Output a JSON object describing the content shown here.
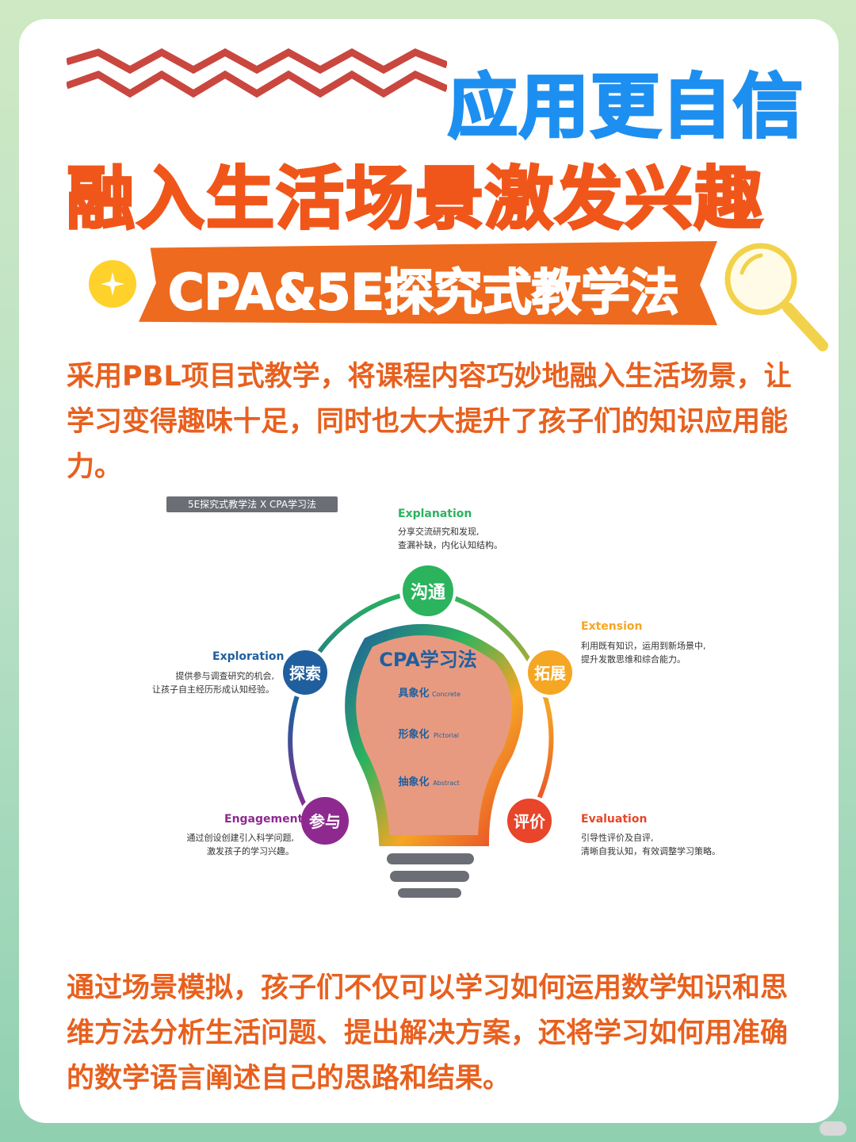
{
  "header": {
    "slogan": "应用更自信",
    "headline": "融入生活场景激发兴趣",
    "banner_title": "CPA&5E探究式教学法"
  },
  "paragraphs": {
    "intro": "采用PBL项目式教学，将课程内容巧妙地融入生活场景，让学习变得趣味十足，同时也大大提升了孩子们的知识应用能力。",
    "closing": "通过场景模拟，孩子们不仅可以学习如何运用数学知识和思维方法分析生活问题、提出解决方案，还将学习如何用准确的数学语言阐述自己的思路和结果。"
  },
  "diagram": {
    "tag": "5E探究式教学法 X CPA学习法",
    "bulb_title": "CPA学习法",
    "cpa": [
      {
        "cn": "具象化",
        "en": "Concrete"
      },
      {
        "cn": "形象化",
        "en": "Pictorial"
      },
      {
        "cn": "抽象化",
        "en": "Abstract"
      }
    ],
    "stages": {
      "engagement": {
        "node": "参与",
        "title": "Engagement",
        "line1": "通过创设创建引入科学问题,",
        "line2": "激发孩子的学习兴趣。",
        "color": "#8e2a8f"
      },
      "exploration": {
        "node": "探索",
        "title": "Exploration",
        "line1": "提供参与调查研究的机会,",
        "line2": "让孩子自主经历形成认知经验。",
        "color": "#1f5f9e"
      },
      "explanation": {
        "node": "沟通",
        "title": "Explanation",
        "line1": "分享交流研究和发现,",
        "line2": "查漏补缺，内化认知结构。",
        "color": "#2bb35e"
      },
      "extension": {
        "node": "拓展",
        "title": "Extension",
        "line1": "利用既有知识，运用到新场景中,",
        "line2": "提升发散思维和综合能力。",
        "color": "#f5a623"
      },
      "evaluation": {
        "node": "评价",
        "title": "Evaluation",
        "line1": "引导性评价及自评,",
        "line2": "清晰自我认知，有效调整学习策略。",
        "color": "#e8452a"
      }
    }
  },
  "colors": {
    "orange": "#f0561a",
    "blue": "#1d8ff0",
    "yellow": "#ffd12b"
  }
}
